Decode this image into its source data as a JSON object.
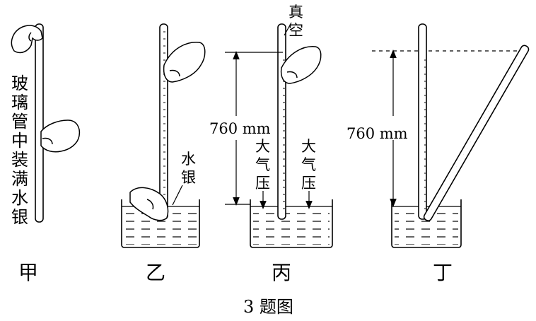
{
  "panels": [
    {
      "id": "jia",
      "caption": "甲",
      "vertical_label": [
        "玻",
        "璃",
        "管",
        "中",
        "装",
        "满",
        "水",
        "银"
      ]
    },
    {
      "id": "yi",
      "caption": "乙",
      "label": [
        "水",
        "银"
      ]
    },
    {
      "id": "bing",
      "caption": "丙",
      "top_label": [
        "真",
        "空"
      ],
      "height_label": "760 mm",
      "pressure_left": [
        "大",
        "气",
        "压"
      ],
      "pressure_right": [
        "大",
        "气",
        "压"
      ]
    },
    {
      "id": "ding",
      "caption": "丁",
      "height_label": "760 mm"
    }
  ],
  "figure_caption": "3 题图",
  "colors": {
    "line": "#000000",
    "background": "#ffffff"
  }
}
